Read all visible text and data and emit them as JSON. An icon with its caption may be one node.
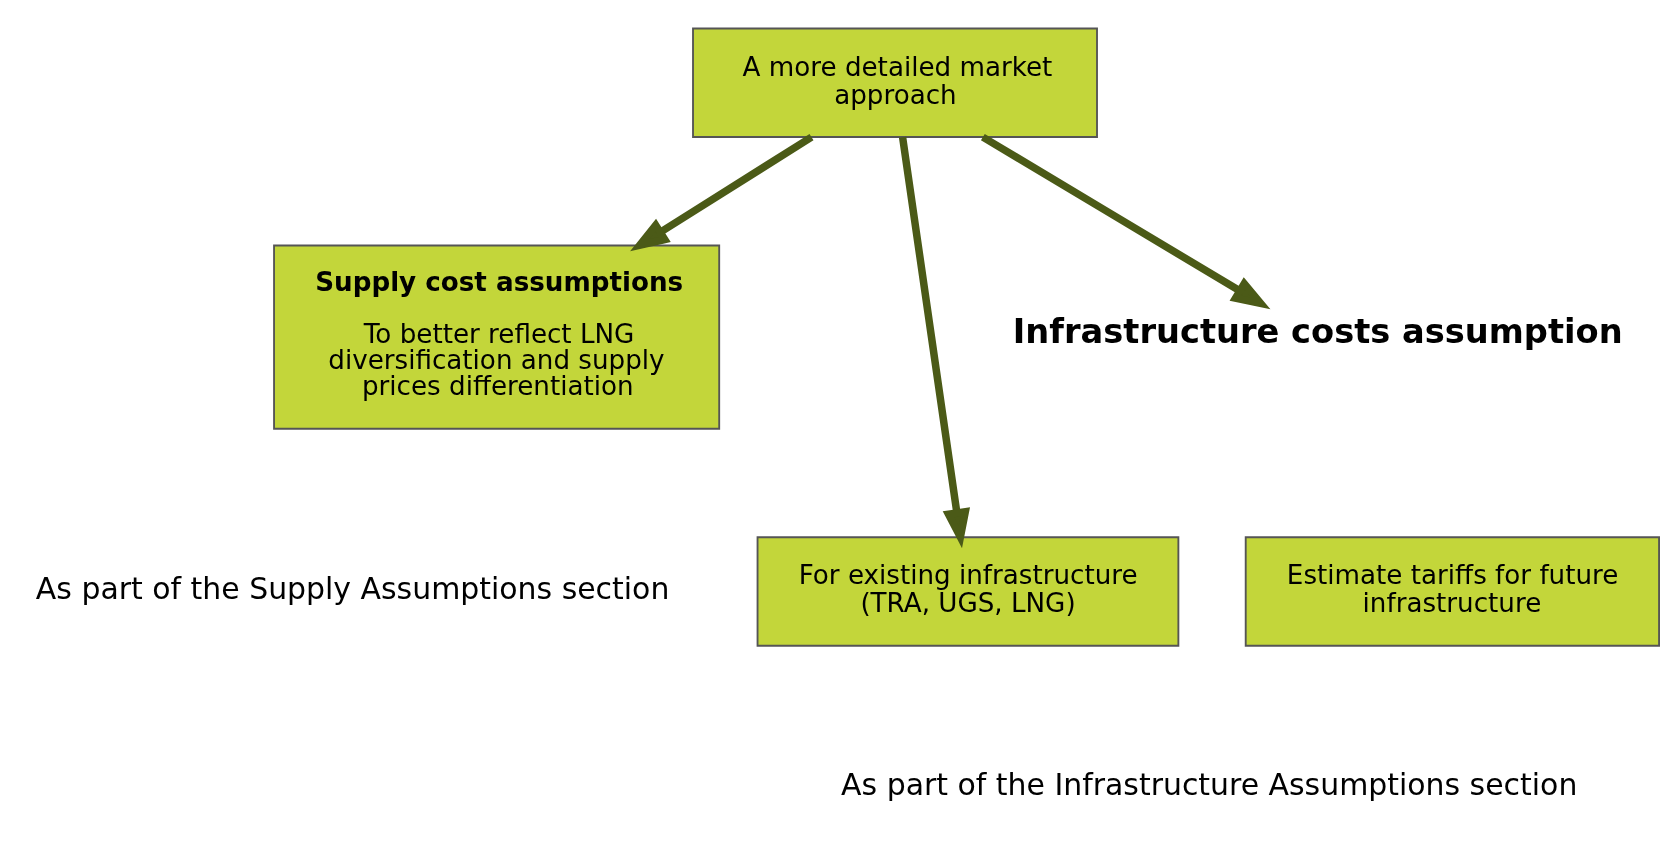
{
  "diagram": {
    "nodes": [
      {
        "text": [
          "A more detailed market approach"
        ]
      },
      {
        "text": [
          "Supply cost assumptions",
          "To better reflect LNG diversification and supply prices differentiation"
        ]
      },
      {
        "text": [
          "Infrastructure costs assumption"
        ]
      },
      {
        "text": [
          "For existing infrastructure (TRA, UGS, LNG)"
        ]
      },
      {
        "text": [
          "Estimate tariffs for future infrastructure"
        ]
      }
    ],
    "edges": [
      {
        "from": 0,
        "to": 1,
        "arrow": "to"
      },
      {
        "from": 0,
        "to": 3,
        "arrow": "to"
      },
      {
        "from": 0,
        "to": 2,
        "arrow": "to"
      }
    ],
    "labels": [
      "As part of the Supply Assumptions section",
      "As part of the Infrastructure Assumptions section"
    ]
  }
}
